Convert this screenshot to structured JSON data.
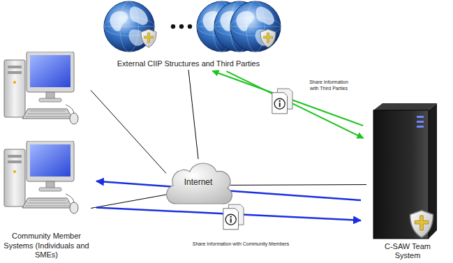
{
  "diagram": {
    "nodes": [
      {
        "text": [
          "External CIIP Structures and Third Parties"
        ]
      },
      {
        "text": [
          "Community Member Systems (Individuals and SMEs)"
        ]
      },
      {
        "text": [
          "Internet"
        ]
      },
      {
        "text": [
          "C-SAW Team System"
        ]
      }
    ],
    "edges": [
      {
        "from": 2,
        "to": 0,
        "arrow": "none"
      },
      {
        "from": 1,
        "to": 2,
        "arrow": "none"
      },
      {
        "from": 1,
        "to": 2,
        "arrow": "none"
      },
      {
        "from": 2,
        "to": 3,
        "arrow": "none"
      },
      {
        "from": 3,
        "to": 0,
        "arrow": "to",
        "label": "Share Information with Third Parties"
      },
      {
        "from": 0,
        "to": 3,
        "arrow": "to"
      },
      {
        "from": 3,
        "to": 1,
        "arrow": "to",
        "label": "Share Information with Community Members"
      },
      {
        "from": 1,
        "to": 3,
        "arrow": "to"
      }
    ]
  }
}
